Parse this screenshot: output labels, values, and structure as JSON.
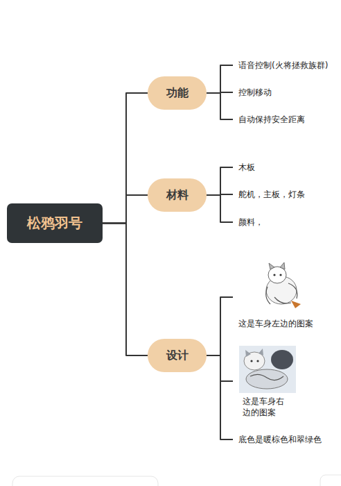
{
  "diagram": {
    "nodes": [
      {
        "text": [
          "松鸦羽号"
        ]
      },
      {
        "text": [
          "功能"
        ]
      },
      {
        "text": [
          "语音控制(火将拯救族群)"
        ]
      },
      {
        "text": [
          "控制移动"
        ]
      },
      {
        "text": [
          "自动保持安全距离"
        ]
      },
      {
        "text": [
          "材料"
        ]
      },
      {
        "text": [
          "木板"
        ]
      },
      {
        "text": [
          "舵机，主板，灯条"
        ]
      },
      {
        "text": [
          "颜料，"
        ]
      },
      {
        "text": [
          "设计"
        ]
      },
      {
        "text": [
          "这是车身左边的图案"
        ]
      },
      {
        "text": [
          "这是车身右 边的图案"
        ]
      },
      {
        "text": [
          "底色是暖棕色和翠绿色"
        ]
      }
    ],
    "edges": [
      {
        "from": 0,
        "to": 1,
        "arrow": "none"
      },
      {
        "from": 0,
        "to": 5,
        "arrow": "none"
      },
      {
        "from": 0,
        "to": 9,
        "arrow": "none"
      },
      {
        "from": 1,
        "to": 2,
        "arrow": "none"
      },
      {
        "from": 1,
        "to": 3,
        "arrow": "none"
      },
      {
        "from": 1,
        "to": 4,
        "arrow": "none"
      },
      {
        "from": 5,
        "to": 6,
        "arrow": "none"
      },
      {
        "from": 5,
        "to": 7,
        "arrow": "none"
      },
      {
        "from": 5,
        "to": 8,
        "arrow": "none"
      },
      {
        "from": 9,
        "to": 10,
        "arrow": "none"
      },
      {
        "from": 9,
        "to": 11,
        "arrow": "none"
      },
      {
        "from": 9,
        "to": 12,
        "arrow": "none"
      }
    ]
  }
}
